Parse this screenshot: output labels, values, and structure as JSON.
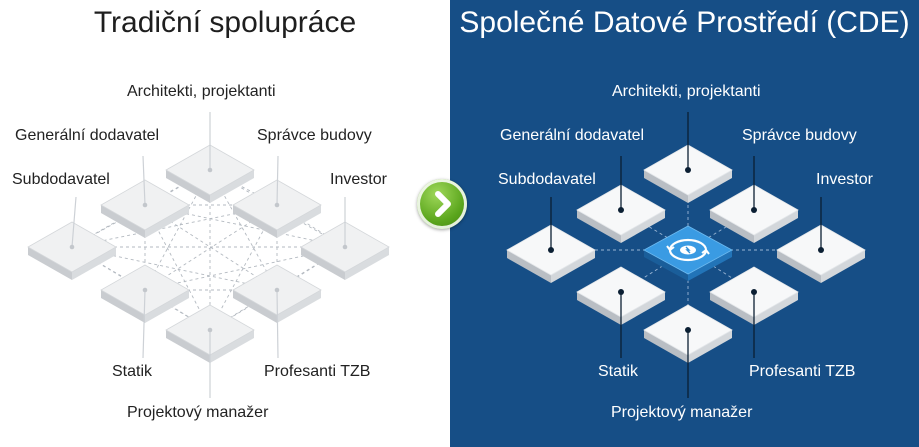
{
  "left_panel": {
    "title": "Tradiční spolupráce",
    "labels": {
      "top": "Architekti, projektanti",
      "upper_left": "Generální dodavatel",
      "upper_right": "Správce budovy",
      "left": "Subdodavatel",
      "right": "Investor",
      "lower_left": "Statik",
      "lower_right": "Profesanti TZB",
      "bottom": "Projektový manažer"
    }
  },
  "right_panel": {
    "title": "Společné Datové Prostředí (CDE)",
    "labels": {
      "top": "Architekti, projektanti",
      "upper_left": "Generální dodavatel",
      "upper_right": "Správce budovy",
      "left": "Subdodavatel",
      "right": "Investor",
      "lower_left": "Statik",
      "lower_right": "Profesanti TZB",
      "bottom": "Projektový manažer"
    }
  },
  "transition_icon": "chevron-right-icon",
  "colors": {
    "left_background": "#ffffff",
    "right_background": "#164e86",
    "arrow_green": "#5aa51c",
    "hub_blue": "#2f8fd8"
  }
}
